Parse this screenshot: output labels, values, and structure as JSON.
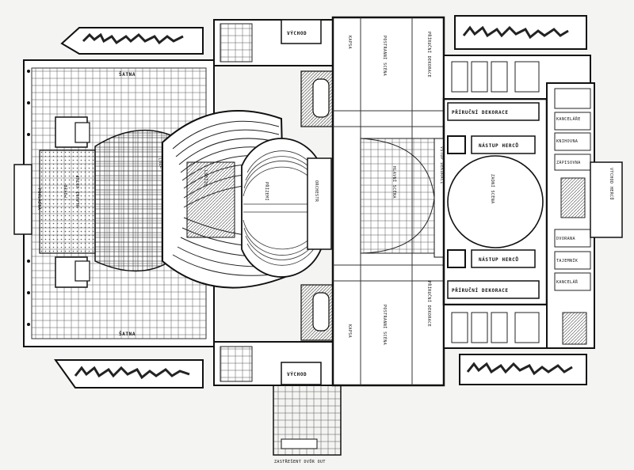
{
  "plan": {
    "labels": {
      "vychod_top": "VÝCHOD",
      "vychod_bottom": "VÝCHOD",
      "vychod_right": "VÝCHOD HERCŮ",
      "prirucni_dekorace_1": "PŘÍRUČNÍ DEKORACE",
      "prirucni_dekorace_2": "PŘÍRUČNÍ DEKORACE",
      "prirucni_dekorace_3": "PŘÍRUČNÍ DEKORACE",
      "prirucni_dekorace_4": "PŘÍRUČNÍ DEKORACE",
      "nastup_hercu_1": "NÁSTUP HERCŮ",
      "nastup_hercu_2": "NÁSTUP HERCŮ",
      "zadni_scena": "ZADNÍ SCÉNA",
      "hlavni_scena": "HLAVNÍ SCÉNA",
      "postranni_scena_1": "POSTRANNÍ SCÉNA",
      "postranni_scena_2": "POSTRANNÍ SCÉNA",
      "kapsa_1": "KAPSA",
      "kapsa_2": "KAPSA",
      "vstup_dekoraci": "VSTUP DEKORACÍ",
      "orchestr": "ORCHESTR",
      "prizemi": "PŘÍZEMÍ",
      "lodzie": "LODŽIE",
      "foyer": "FOYER",
      "satna_top": "ŠATNA",
      "satna_bottom": "ŠATNA",
      "pokladna": "POKLADNA",
      "kancelar": "KANCELÁŘ",
      "hlavni_vstup": "HLAVNÍ VSTUP",
      "dvorana": "DVORANA",
      "tajemnik": "TAJEMNÍK",
      "kancelare": "KANCELÁŘE",
      "knihovna": "KNIHOVNA",
      "zapisovna": "ZÁPISOVNA",
      "loze_sklep": "LÓŽE",
      "zastresni_dvur": "ZASTŘEŠENÝ DVŮR OUT"
    }
  }
}
